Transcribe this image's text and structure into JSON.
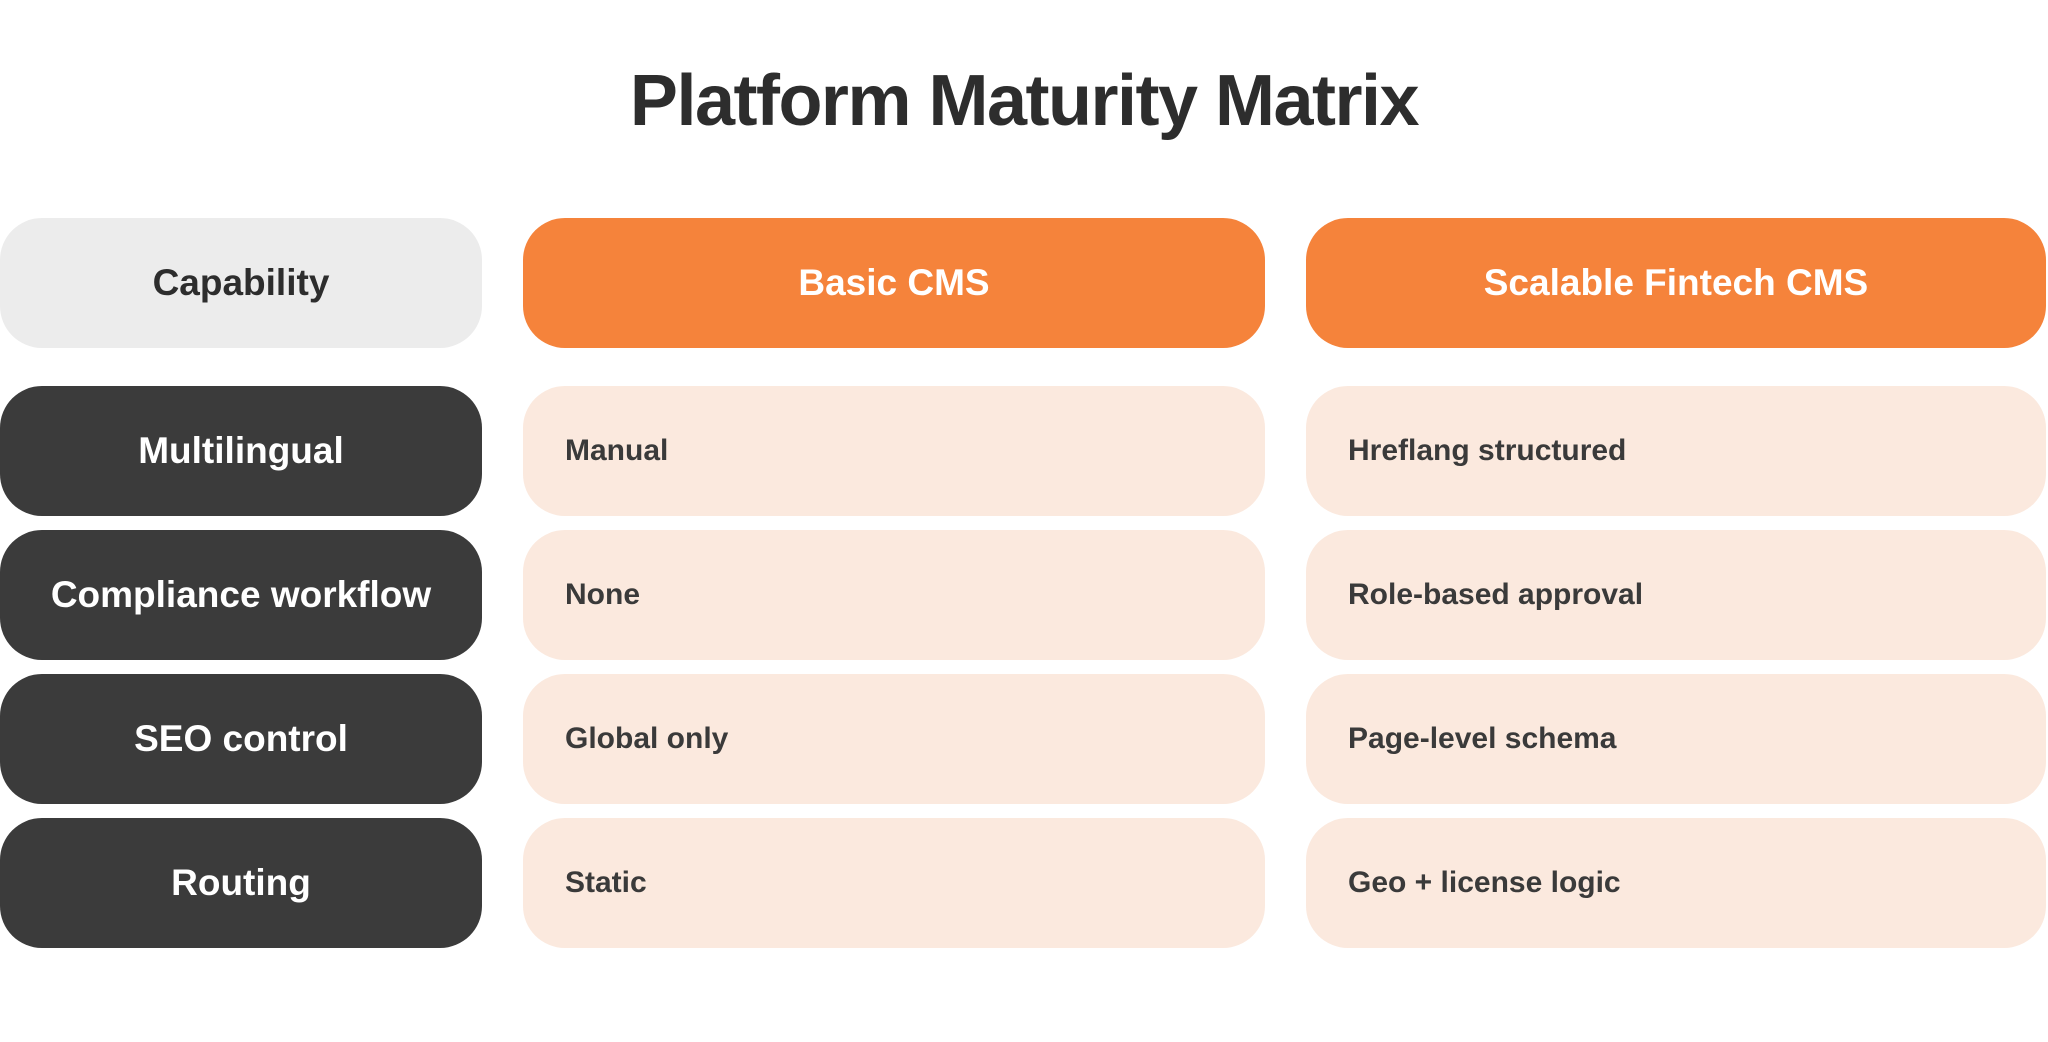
{
  "title": "Platform Maturity Matrix",
  "colors": {
    "accent_orange": "#f5833b",
    "cell_peach": "#fbe9de",
    "label_charcoal": "#3b3b3b",
    "corner_gray": "#ececec",
    "title_text": "#2d2d2d",
    "cell_text": "#3a3a3a",
    "background": "#ffffff"
  },
  "table": {
    "corner_header": "Capability",
    "column_headers": [
      "Basic CMS",
      "Scalable Fintech CMS"
    ],
    "rows": [
      {
        "label": "Multilingual",
        "values": [
          "Manual",
          "Hreflang structured"
        ]
      },
      {
        "label": "Compliance workflow",
        "values": [
          "None",
          "Role-based approval"
        ]
      },
      {
        "label": "SEO control",
        "values": [
          "Global only",
          "Page-level schema"
        ]
      },
      {
        "label": "Routing",
        "values": [
          "Static",
          "Geo + license logic"
        ]
      }
    ]
  },
  "chart_data": {
    "type": "table",
    "title": "Platform Maturity Matrix",
    "columns": [
      "Capability",
      "Basic CMS",
      "Scalable Fintech CMS"
    ],
    "rows": [
      [
        "Multilingual",
        "Manual",
        "Hreflang structured"
      ],
      [
        "Compliance workflow",
        "None",
        "Role-based approval"
      ],
      [
        "SEO control",
        "Global only",
        "Page-level schema"
      ],
      [
        "Routing",
        "Static",
        "Geo + license logic"
      ]
    ],
    "layout_hints": {
      "header_style": "orange pills, white bold text; corner cell gray pill with dark text",
      "row_label_style": "charcoal pills, white bold centered text",
      "value_cell_style": "light peach pills, dark bold left-aligned text",
      "grid": "off",
      "shape": "rounded pill rows with white gutters"
    }
  }
}
